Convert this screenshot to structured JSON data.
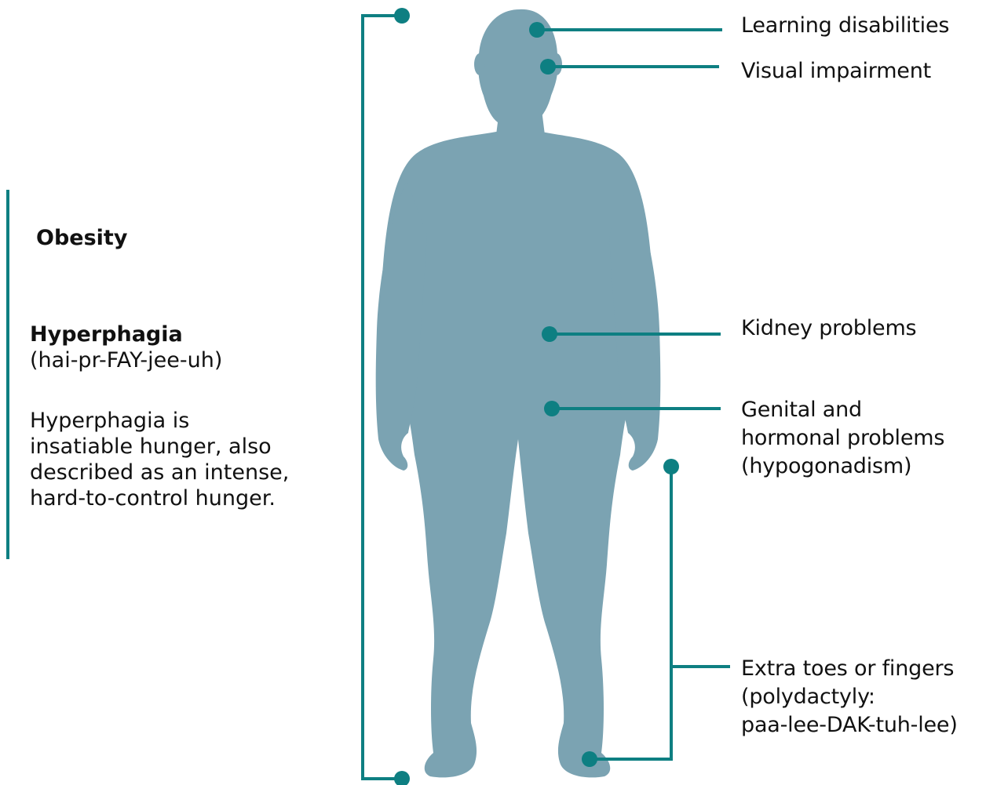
{
  "colors": {
    "silhouette": "#7BA3B2",
    "connector": "#0E7F82",
    "text": "#111111"
  },
  "right_labels": {
    "learning": "Learning disabilities",
    "visual": "Visual impairment",
    "kidney": "Kidney problems",
    "genital_line1": "Genital and",
    "genital_line2": "hormonal problems",
    "genital_line3": "(hypogonadism)",
    "extra_line1": "Extra toes or fingers",
    "extra_line2": "(polydactyly:",
    "extra_line3": "paa-lee-DAK-tuh-lee)"
  },
  "panel": {
    "title": "Obesity",
    "hyperphagia_term": "Hyperphagia",
    "hyperphagia_pron": "(hai-pr-FAY-jee-uh)",
    "desc_line1": "Hyperphagia is",
    "desc_line2": "insatiable hunger, also",
    "desc_line3": "described as an intense,",
    "desc_line4": "hard-to-control hunger."
  },
  "icons": {
    "figure": "human-silhouette",
    "marker": "dot-marker"
  }
}
